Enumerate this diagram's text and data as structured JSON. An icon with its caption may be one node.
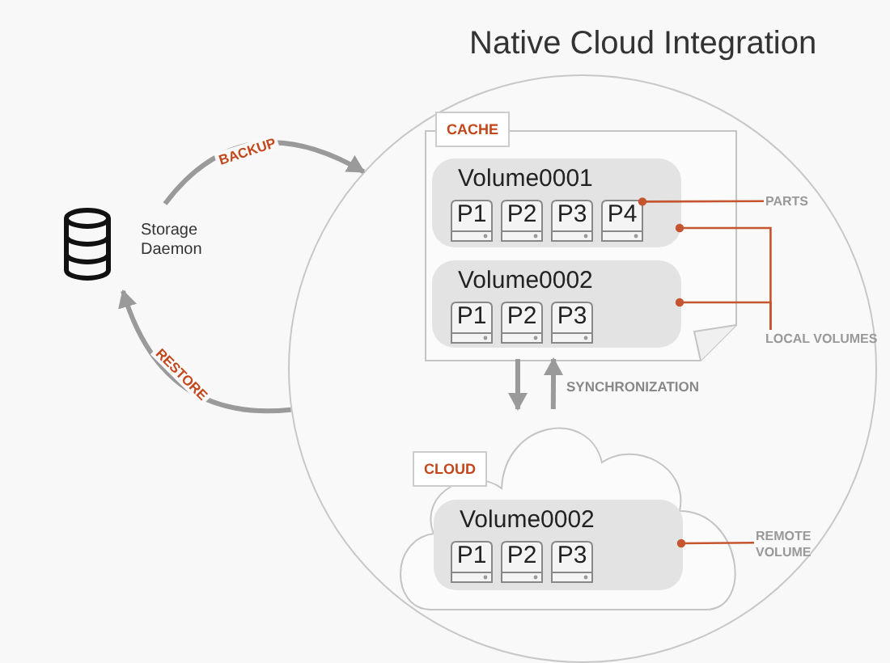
{
  "diagram": {
    "title": "Native Cloud Integration",
    "nodes": [
      {
        "text": [
          "Storage Daemon"
        ]
      },
      {
        "text": [],
        "shape": "circle"
      },
      {
        "text": [
          "CACHE"
        ],
        "in": 1
      },
      {
        "text": [
          "Volume0001"
        ],
        "in": 2
      },
      {
        "text": [
          "P1"
        ],
        "in": 3
      },
      {
        "text": [
          "P2"
        ],
        "in": 3
      },
      {
        "text": [
          "P3"
        ],
        "in": 3
      },
      {
        "text": [
          "P4"
        ],
        "in": 3
      },
      {
        "text": [
          "Volume0002"
        ],
        "in": 2
      },
      {
        "text": [
          "P1"
        ],
        "in": 8
      },
      {
        "text": [
          "P2"
        ],
        "in": 8
      },
      {
        "text": [
          "P3"
        ],
        "in": 8
      },
      {
        "text": [
          "CLOUD"
        ],
        "in": 1
      },
      {
        "text": [
          "Volume0002"
        ],
        "in": 12
      },
      {
        "text": [
          "P1"
        ],
        "in": 13
      },
      {
        "text": [
          "P2"
        ],
        "in": 13
      },
      {
        "text": [
          "P3"
        ],
        "in": 13
      },
      {
        "text": [
          "PARTS"
        ],
        "in": 1
      },
      {
        "text": [
          "LOCAL VOLUMES"
        ],
        "in": 1
      },
      {
        "text": [
          "REMOTE VOLUME"
        ],
        "in": 1
      }
    ],
    "edges": [
      {
        "from": 0,
        "to": 1,
        "arrow": "to",
        "label": "BACKUP",
        "style": "thick"
      },
      {
        "from": 1,
        "to": 0,
        "arrow": "to",
        "label": "RESTORE",
        "style": "thick"
      },
      {
        "from": 2,
        "to": 12,
        "arrow": "to",
        "style": "thick"
      },
      {
        "from": 12,
        "to": 2,
        "arrow": "to",
        "label": "SYNCHRONIZATION",
        "style": "thick"
      },
      {
        "from": 17,
        "to": 7,
        "arrow": "other",
        "color": "#c4552e"
      },
      {
        "from": 18,
        "to": 3,
        "arrow": "other",
        "color": "#c4552e"
      },
      {
        "from": 18,
        "to": 8,
        "arrow": "other",
        "color": "#c4552e"
      },
      {
        "from": 19,
        "to": 13,
        "arrow": "other",
        "color": "#c4552e"
      }
    ]
  }
}
